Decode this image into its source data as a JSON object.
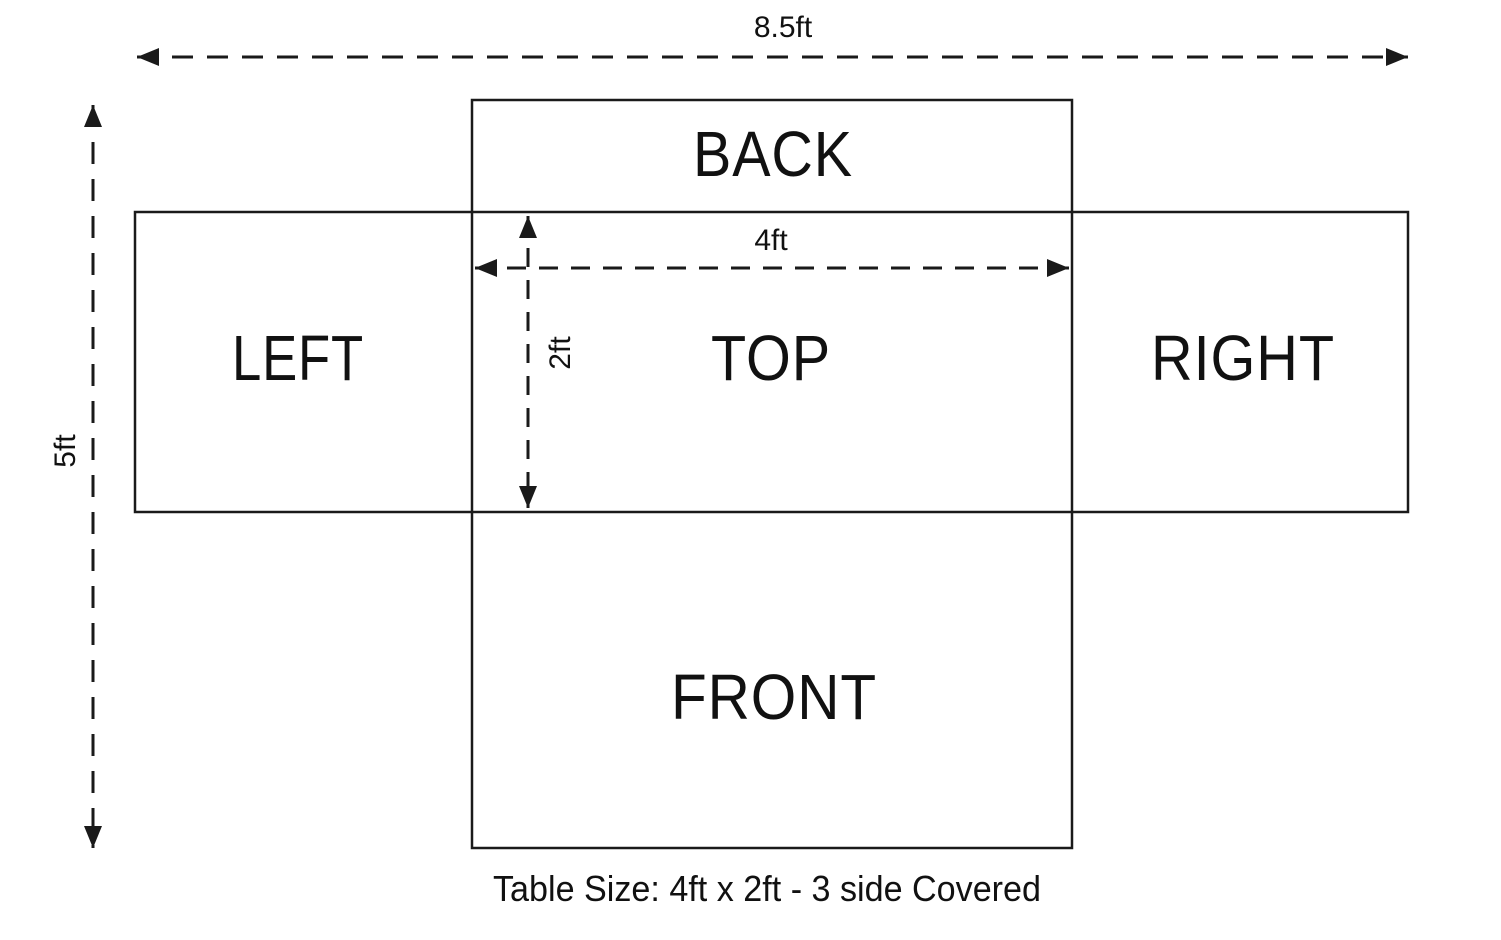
{
  "diagram": {
    "caption": "Table Size: 4ft x 2ft - 3 side Covered",
    "panels": {
      "back": {
        "label": "BACK"
      },
      "left": {
        "label": "LEFT"
      },
      "top": {
        "label": "TOP"
      },
      "right": {
        "label": "RIGHT"
      },
      "front": {
        "label": "FRONT"
      }
    },
    "dimensions": {
      "overall_width": {
        "label": "8.5ft",
        "orientation": "horizontal"
      },
      "overall_height": {
        "label": "5ft",
        "orientation": "vertical"
      },
      "top_width": {
        "label": "4ft",
        "orientation": "horizontal"
      },
      "top_depth": {
        "label": "2ft",
        "orientation": "vertical"
      }
    },
    "colors": {
      "line": "#1a1a1a",
      "text": "#111111",
      "background": "#ffffff"
    }
  }
}
